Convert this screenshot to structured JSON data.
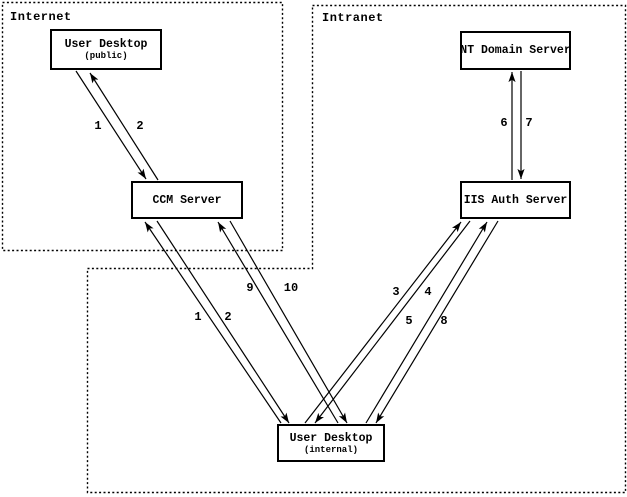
{
  "zones": {
    "internet": {
      "label": "Internet"
    },
    "intranet": {
      "label": "Intranet"
    }
  },
  "nodes": {
    "user_desktop_public": {
      "title": "User Desktop",
      "subtitle": "(public)"
    },
    "ccm_server": {
      "title": "CCM Server"
    },
    "nt_domain_server": {
      "title": "NT Domain Server"
    },
    "iis_auth_server": {
      "title": "IIS Auth Server"
    },
    "user_desktop_internal": {
      "title": "User Desktop",
      "subtitle": "(internal)"
    }
  },
  "flow_labels": {
    "public_to_ccm": "1",
    "ccm_to_public": "2",
    "internal_to_ccm": "1",
    "ccm_to_internal": "2",
    "internal_to_iis_a": "3",
    "iis_to_internal_a": "4",
    "internal_to_iis_b": "5",
    "iis_to_internal_b": "8",
    "iis_to_nt": "6",
    "nt_to_iis": "7",
    "internal_to_ccm_b": "9",
    "ccm_to_internal_b": "10"
  },
  "colors": {
    "line": "#000000",
    "background": "#ffffff"
  }
}
